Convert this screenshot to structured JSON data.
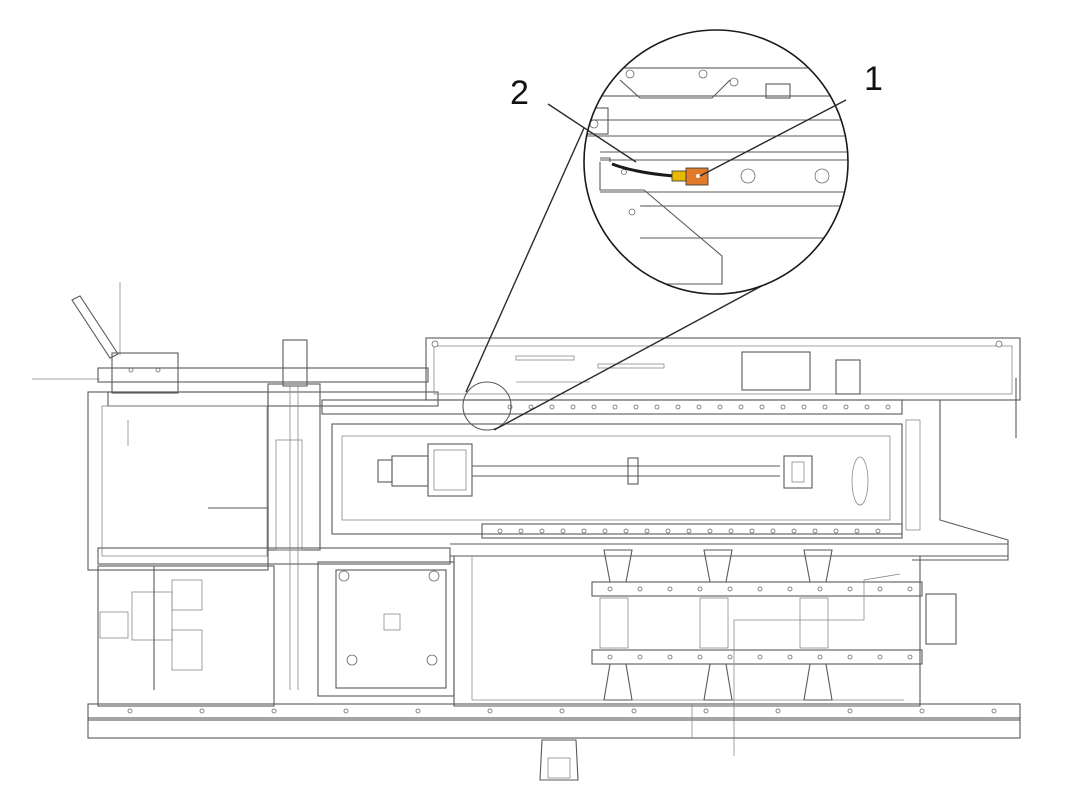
{
  "callouts": [
    {
      "number": "1",
      "target": "sensor"
    },
    {
      "number": "2",
      "target": "sensor-cable"
    }
  ],
  "colors": {
    "line": "#5a5a5a",
    "sensor": "#e07b2a",
    "connector": "#e6b800",
    "cable": "#1a1a1a"
  }
}
